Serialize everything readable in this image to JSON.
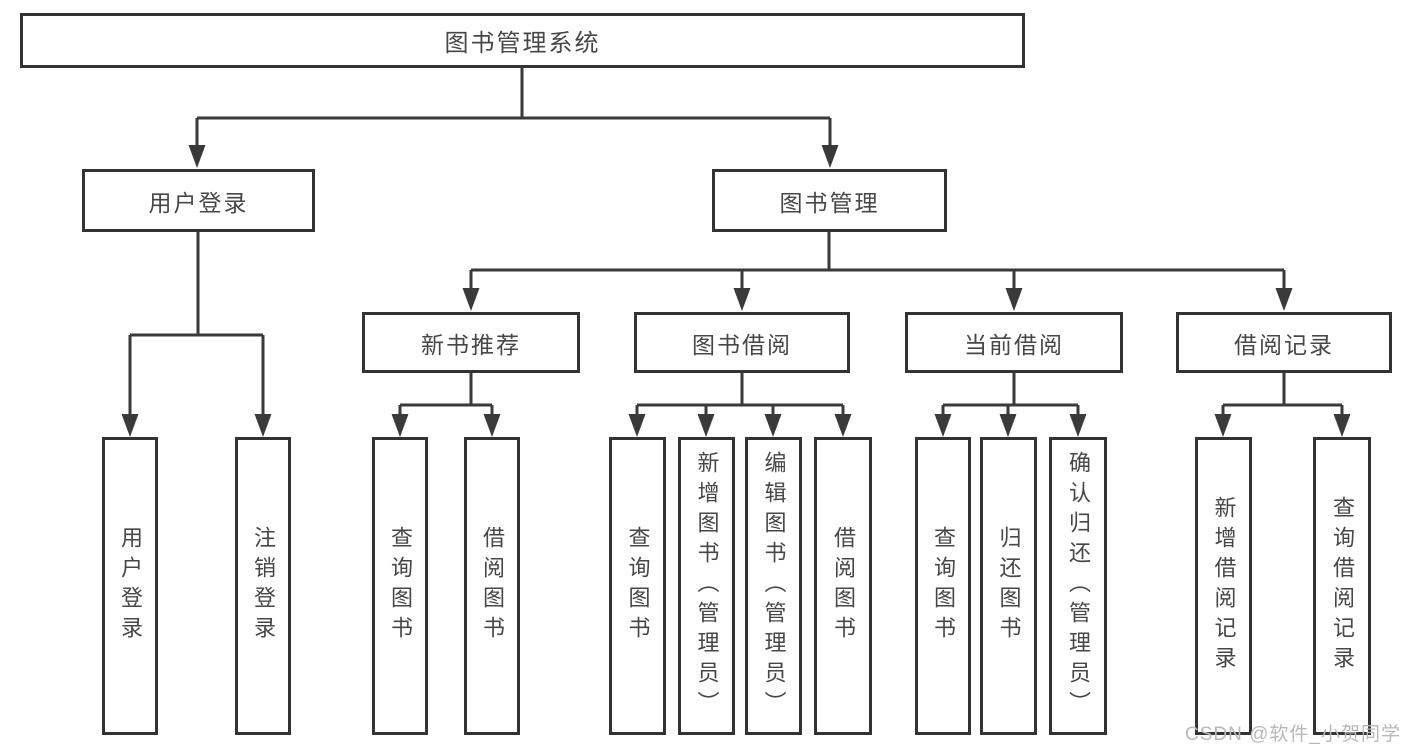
{
  "root": {
    "label": "图书管理系统"
  },
  "branches": [
    {
      "label": "用户登录",
      "leaves": [
        {
          "label": "用户登录"
        },
        {
          "label": "注销登录"
        }
      ]
    },
    {
      "label": "图书管理",
      "groups": [
        {
          "label": "新书推荐",
          "leaves": [
            {
              "label": "查询图书"
            },
            {
              "label": "借阅图书"
            }
          ]
        },
        {
          "label": "图书借阅",
          "leaves": [
            {
              "label": "查询图书"
            },
            {
              "label": "新增图书（管理员）"
            },
            {
              "label": "编辑图书（管理员）"
            },
            {
              "label": "借阅图书"
            }
          ]
        },
        {
          "label": "当前借阅",
          "leaves": [
            {
              "label": "查询图书"
            },
            {
              "label": "归还图书"
            },
            {
              "label": "确认归还（管理员）"
            }
          ]
        },
        {
          "label": "借阅记录",
          "leaves": [
            {
              "label": "新增借阅记录"
            },
            {
              "label": "查询借阅记录"
            }
          ]
        }
      ]
    }
  ],
  "watermark": "CSDN @软件_小贺同学",
  "colors": {
    "line": "#3a3a3a",
    "border": "#333333",
    "text": "#474747",
    "background": "#ffffff",
    "watermark": "#b9b9b9"
  }
}
